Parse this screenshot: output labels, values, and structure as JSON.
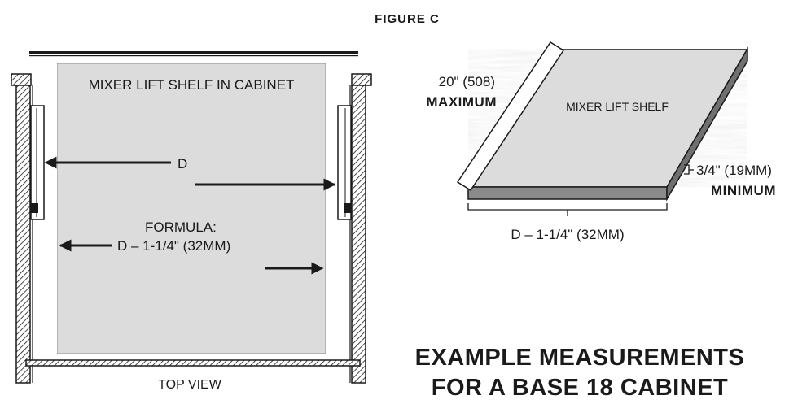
{
  "figure_title": "FIGURE C",
  "top_view": {
    "shelf_label": "MIXER LIFT SHELF IN CABINET",
    "dimension_d": "D",
    "formula_label": "FORMULA:",
    "formula_value": "D – 1-1/4\" (32MM)",
    "caption": "TOP VIEW"
  },
  "shelf_view": {
    "shelf_label": "MIXER LIFT SHELF",
    "depth_value": "20\" (508)",
    "depth_qualifier": "MAXIMUM",
    "thickness_value": "3/4\" (19MM)",
    "thickness_qualifier": "MINIMUM",
    "width_value": "D – 1-1/4\" (32MM)"
  },
  "heading": {
    "line1": "EXAMPLE MEASUREMENTS",
    "line2": "FOR A BASE 18 CABINET"
  },
  "colors": {
    "ink": "#1a1a1a",
    "shelf_fill": "#dcdcdc",
    "shelf_edge": "#8a8a8a"
  }
}
